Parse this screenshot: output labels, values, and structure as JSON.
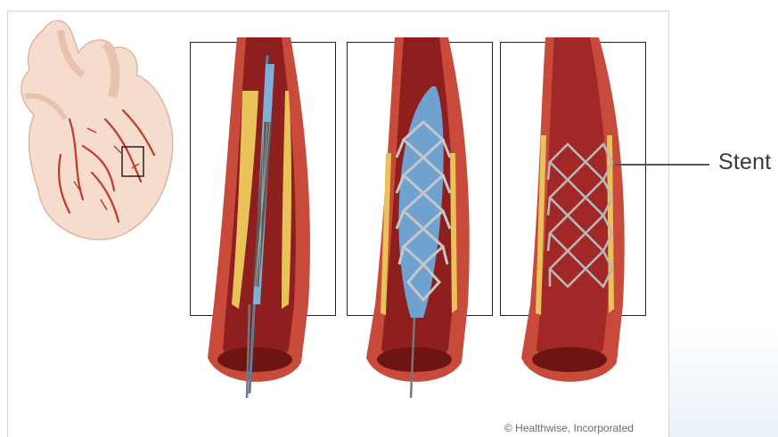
{
  "labels": {
    "stent": "Stent"
  },
  "credit": "© Healthwise, Incorporated",
  "panels": [
    {
      "stage": "catheter-inserted"
    },
    {
      "stage": "balloon-inflated"
    },
    {
      "stage": "stent-in-place"
    }
  ],
  "colors": {
    "artery_outer": "#c84a3a",
    "artery_inner": "#8e1f1e",
    "plaque": "#e9c25a",
    "balloon": "#6fa2cf",
    "stent_mesh": "#b8b8b8",
    "heart": "#f4d6c4"
  }
}
